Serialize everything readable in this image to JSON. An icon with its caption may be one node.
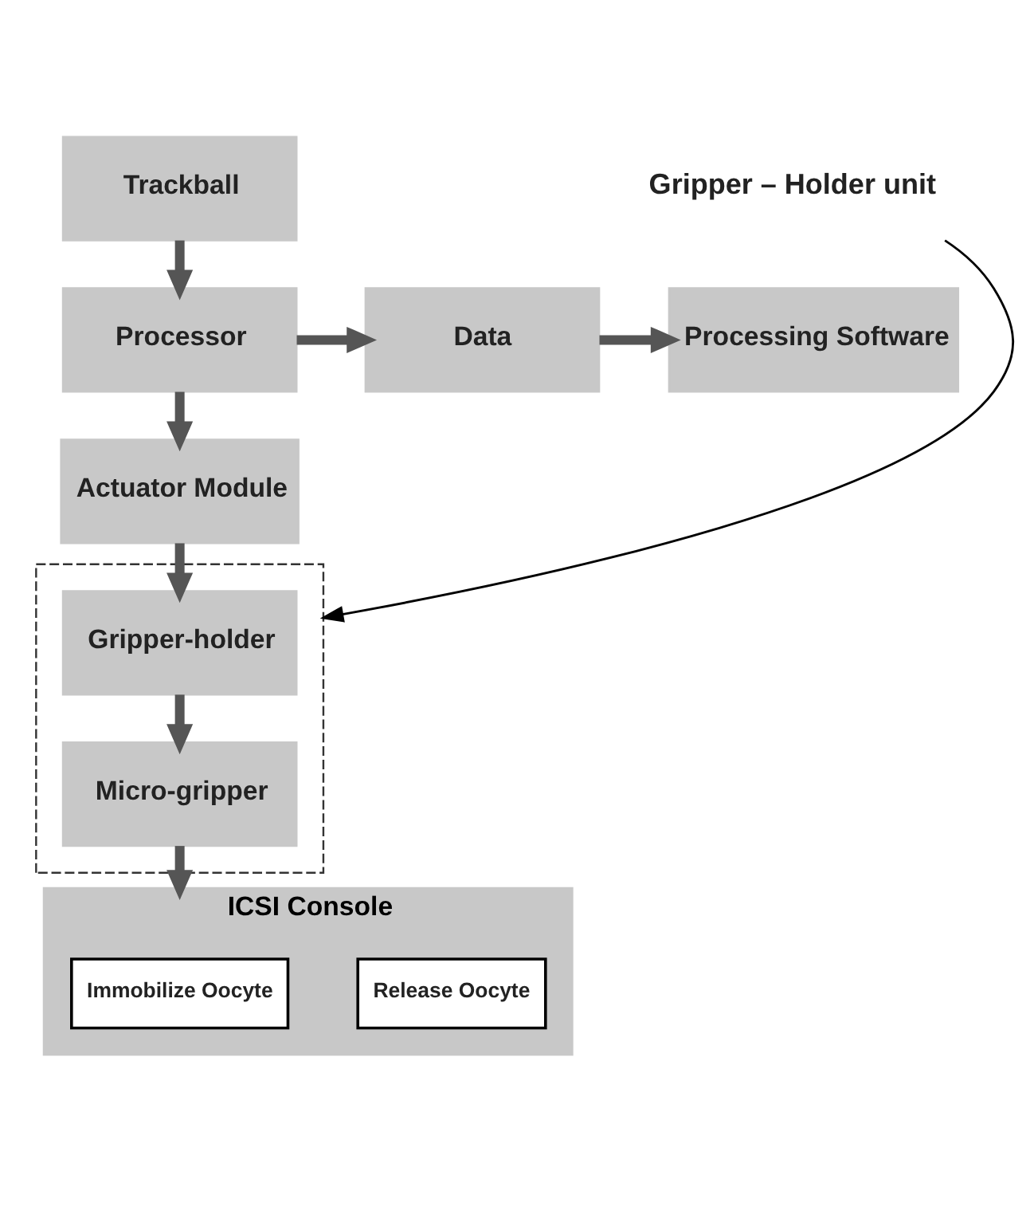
{
  "diagram": {
    "nodes": [
      {
        "text": [
          "Trackball"
        ]
      },
      {
        "text": [
          "Processor"
        ]
      },
      {
        "text": [
          "Data"
        ]
      },
      {
        "text": [
          "Processing Software"
        ]
      },
      {
        "text": [
          "Actuator Module"
        ]
      },
      {
        "text": [],
        "shape": "box"
      },
      {
        "text": [
          "Gripper-holder"
        ],
        "in": 5
      },
      {
        "text": [
          "Micro-gripper"
        ],
        "in": 5
      },
      {
        "text": [
          "ICSI Console"
        ]
      },
      {
        "text": [
          "Immobilize Oocyte"
        ],
        "in": 8
      },
      {
        "text": [
          "Release Oocyte"
        ],
        "in": 8
      },
      {
        "text": [
          "Gripper – Holder unit"
        ]
      }
    ],
    "edges": [
      {
        "from": 0,
        "to": 1,
        "arrow": "to"
      },
      {
        "from": 1,
        "to": 2,
        "arrow": "to"
      },
      {
        "from": 2,
        "to": 3,
        "arrow": "to"
      },
      {
        "from": 1,
        "to": 4,
        "arrow": "to"
      },
      {
        "from": 4,
        "to": 6,
        "arrow": "to"
      },
      {
        "from": 6,
        "to": 7,
        "arrow": "to"
      },
      {
        "from": 7,
        "to": 8,
        "arrow": "to"
      },
      {
        "from": 11,
        "to": 5,
        "arrow": "to",
        "color": "#000000"
      }
    ]
  }
}
